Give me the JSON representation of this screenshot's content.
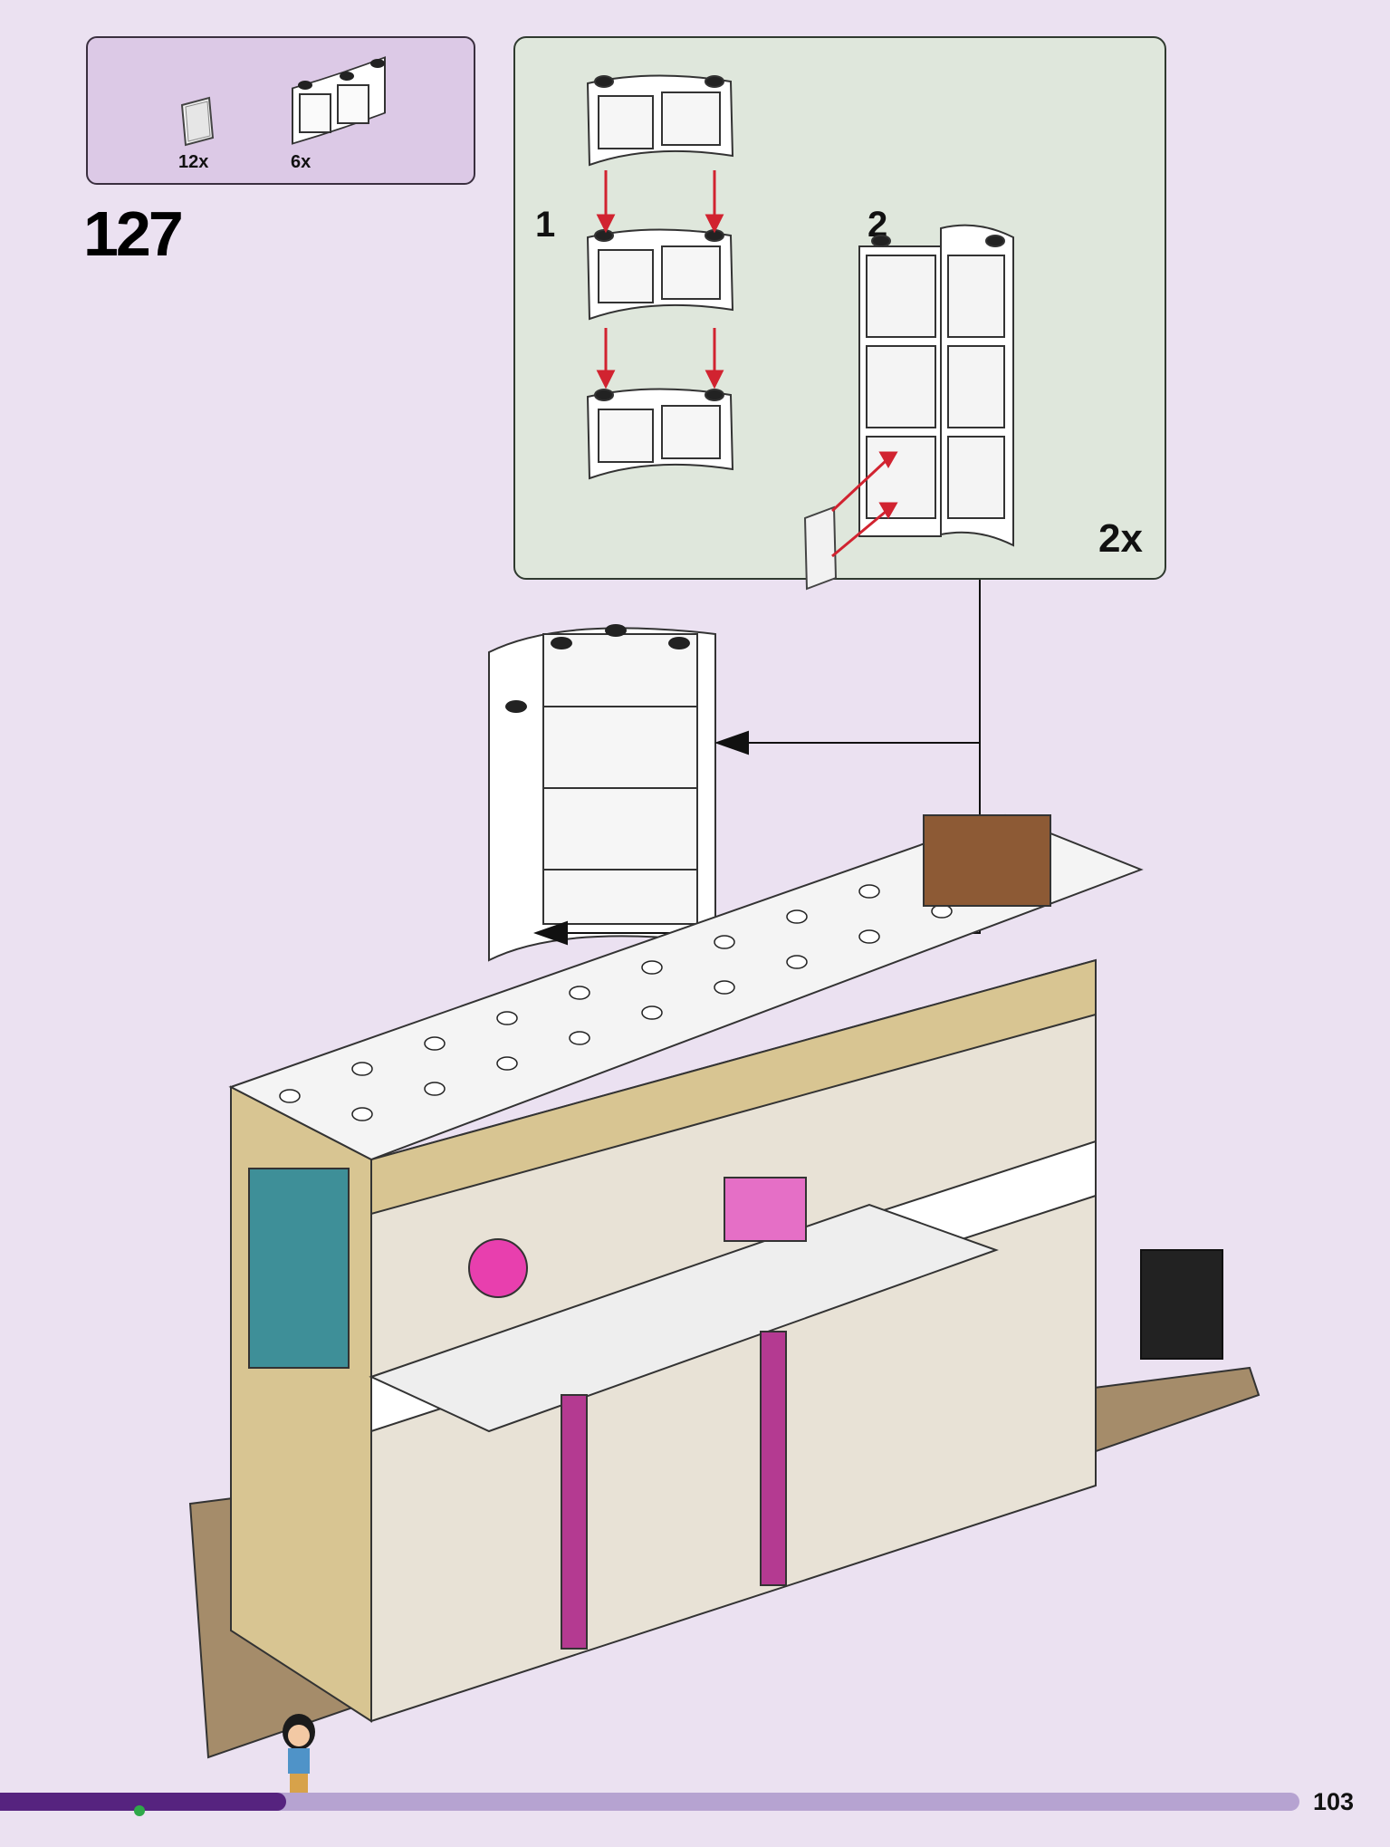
{
  "step": {
    "number": "127"
  },
  "parts_list": [
    {
      "part": "transparent-panel",
      "quantity": "12x"
    },
    {
      "part": "white-curved-window-frame",
      "quantity": "6x"
    }
  ],
  "sub_steps": [
    {
      "label": "1"
    },
    {
      "label": "2"
    }
  ],
  "sub_assembly": {
    "multiplier": "2x"
  },
  "progress": {
    "fraction": 0.22
  },
  "page": {
    "number": "103"
  },
  "colors": {
    "page_bg": "#ebe1f1",
    "parts_box_bg": "#dcc9e6",
    "sub_box_bg": "#dfe7dc",
    "progress_fill": "#56237f",
    "progress_track": "#b6a3d1",
    "arrow_red": "#d12330"
  },
  "icons": [
    "transparent-panel-icon",
    "curved-window-frame-icon",
    "assembly-arrow-icon",
    "minidoll-icon"
  ]
}
